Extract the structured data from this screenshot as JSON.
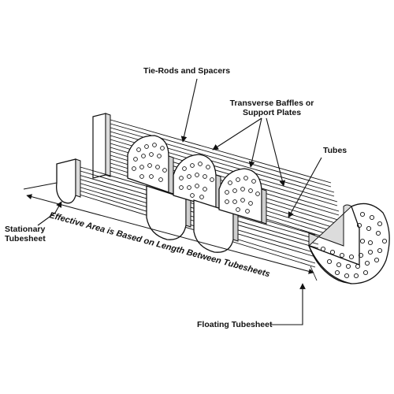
{
  "labels": {
    "tie_rods": "Tie-Rods and Spacers",
    "baffles_line1": "Transverse Baffles or",
    "baffles_line2": "Support Plates",
    "tubes": "Tubes",
    "stationary_line1": "Stationary",
    "stationary_line2": "Tubesheet",
    "effective_area": "Effective Area is Based on Length Between Tubesheets",
    "floating": "Floating Tubesheet"
  },
  "colors": {
    "ink": "#111111",
    "tube_fill": "#f2f2f2",
    "plate_fill": "#ffffff"
  }
}
